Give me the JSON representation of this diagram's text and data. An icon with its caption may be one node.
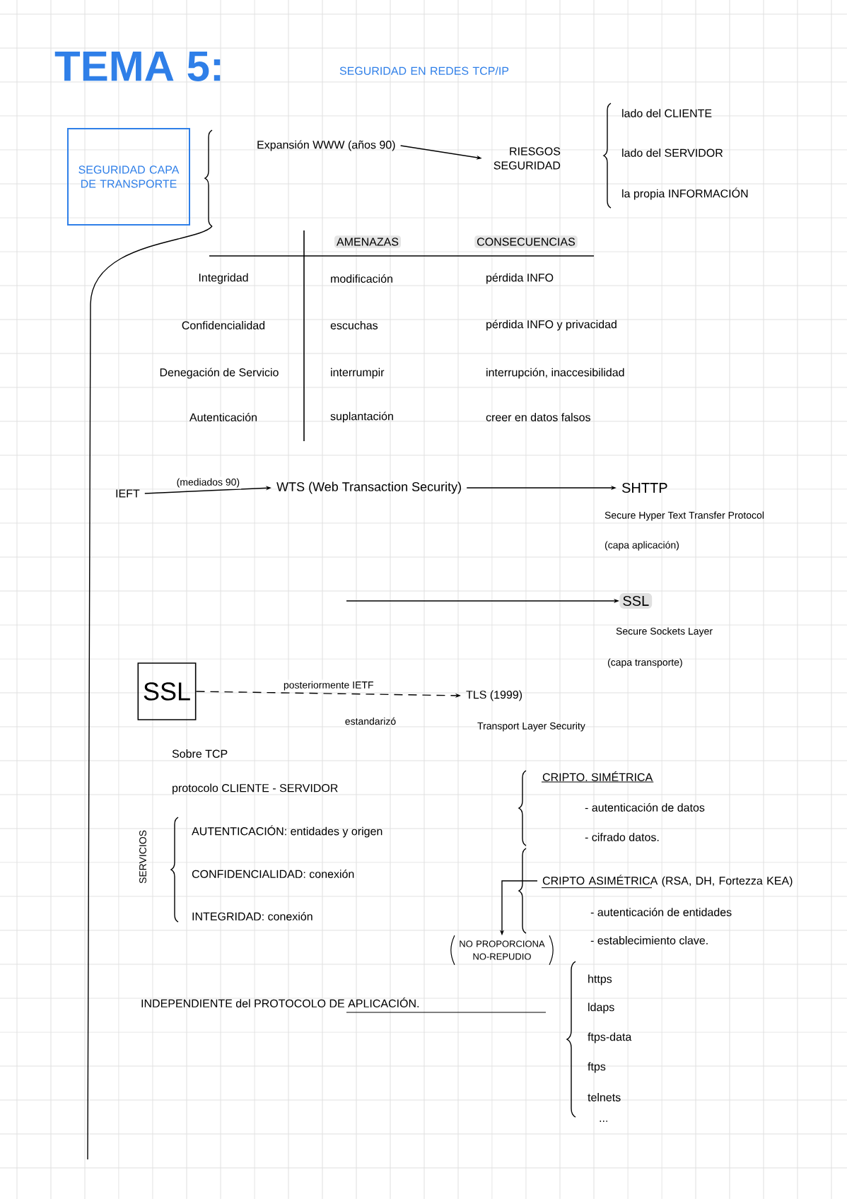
{
  "diagram": {
    "title": "TEMA 5:",
    "nodes": [
      {
        "text": [
          "SEGURIDAD CAPA DE TRANSPORTE"
        ]
      },
      {
        "text": [
          "Expansión WWW (años 90)"
        ]
      },
      {
        "text": [
          "RIESGOS SEGURIDAD"
        ]
      },
      {
        "text": [
          "IEFT"
        ]
      },
      {
        "text": [
          "WTS (Web Transaction Security)"
        ]
      },
      {
        "text": [
          "SHTTP"
        ],
        "beside": [
          "Secure Hyper Text Transfer Protocol",
          "(capa aplicación)"
        ]
      },
      {
        "text": [
          "SSL"
        ],
        "beside": [
          "Secure Sockets Layer",
          "(capa transporte)"
        ]
      },
      {
        "text": [
          "SSL"
        ]
      },
      {
        "text": [
          "TLS (1999)"
        ],
        "beside": [
          "Transport Layer Security"
        ]
      },
      {
        "text": [
          "CRIPTO ASIMÉTRICA (RSA, DH, Fortezza KEA)"
        ]
      },
      {
        "text": [
          "NO PROPORCIONA NO-REPUDIO"
        ]
      }
    ],
    "edges": [
      {
        "from": 1,
        "to": 2,
        "arrow": "to"
      },
      {
        "from": 3,
        "to": 4,
        "arrow": "to",
        "label": "(mediados 90)"
      },
      {
        "from": 4,
        "to": 5,
        "arrow": "to"
      },
      {
        "from": null,
        "to": 6,
        "arrow": "to"
      },
      {
        "from": 7,
        "to": 8,
        "arrow": "to",
        "style": "dashed",
        "label": "posteriormente IETF"
      },
      {
        "from": 9,
        "to": 10,
        "arrow": "to"
      }
    ],
    "labels": [
      "SEGURIDAD EN REDES TCP/IP",
      "lado del CLIENTE",
      "lado del SERVIDOR",
      "la propia INFORMACIÓN",
      "AMENAZAS",
      "CONSECUENCIAS",
      "Integridad",
      "modificación",
      "pérdida INFO",
      "Confidencialidad",
      "escuchas",
      "pérdida INFO y privacidad",
      "Denegación de Servicio",
      "interrumpir",
      "interrupción, inaccesibilidad",
      "Autenticación",
      "suplantación",
      "creer en datos falsos",
      "estandarizó",
      "Sobre TCP",
      "protocolo CLIENTE - SERVIDOR",
      "CRIPTO. SIMÉTRICA",
      "- autenticación de datos",
      "- cifrado datos.",
      "SERVICIOS",
      "AUTENTICACIÓN: entidades y origen",
      "CONFIDENCIALIDAD: conexión",
      "INTEGRIDAD: conexión",
      "- autenticación de entidades",
      "- establecimiento clave.",
      "INDEPENDIENTE del PROTOCOLO DE APLICACIÓN.",
      "https",
      "ldaps",
      "ftps-data",
      "ftps",
      "telnets",
      "..."
    ]
  }
}
